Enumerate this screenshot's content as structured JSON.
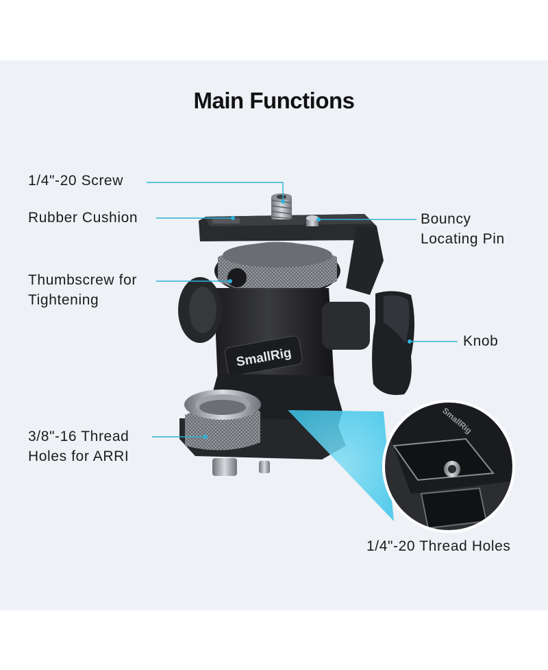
{
  "title": "Main Functions",
  "brand_text": "SmallRig",
  "accent_color": "#2bb4d9",
  "labels": {
    "screw": "1/4\"-20 Screw",
    "rubber": "Rubber Cushion",
    "pin_line1": "Bouncy",
    "pin_line2": "Locating Pin",
    "thumb_line1": "Thumbscrew for",
    "thumb_line2": "Tightening",
    "knob": "Knob",
    "arri_line1": "3/8\"-16 Thread",
    "arri_line2": "Holes for ARRI",
    "holes": "1/4\"-20 Thread Holes"
  }
}
